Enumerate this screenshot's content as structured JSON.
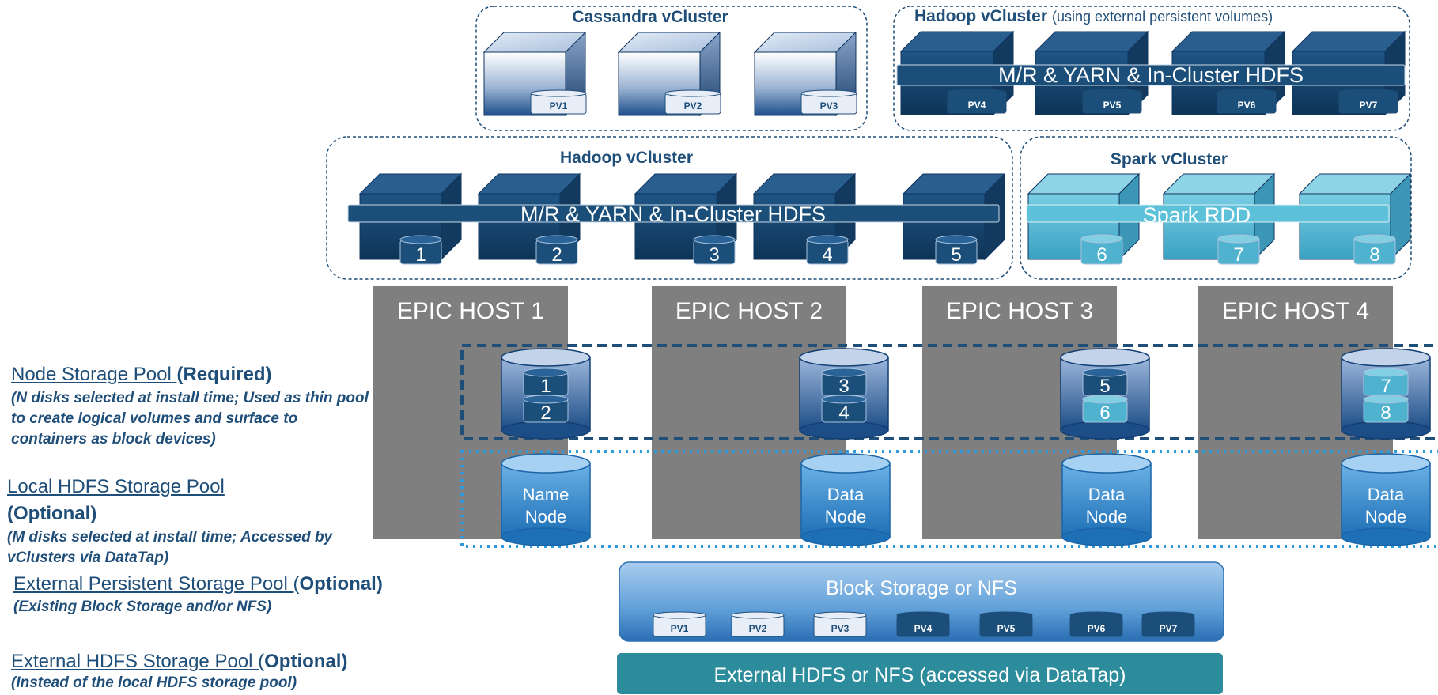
{
  "vclusters": [
    {
      "title": "Cassandra vCluster",
      "subtitle": "",
      "volumes": [
        "PV1",
        "PV2",
        "PV3"
      ]
    },
    {
      "title": "Hadoop vCluster",
      "subtitle": "(using external persistent volumes)",
      "band": "M/R & YARN & In-Cluster HDFS",
      "volumes": [
        "PV4",
        "PV5",
        "PV6",
        "PV7"
      ]
    },
    {
      "title": "Hadoop vCluster",
      "band": "M/R & YARN & In-Cluster HDFS",
      "disks": [
        "1",
        "2",
        "3",
        "4",
        "5"
      ]
    },
    {
      "title": "Spark vCluster",
      "band": "Spark RDD",
      "disks": [
        "6",
        "7",
        "8"
      ]
    }
  ],
  "hosts": [
    {
      "label": "EPIC HOST 1",
      "pool_disks": [
        "1",
        "2"
      ],
      "hdfs_node": [
        "Name",
        "Node"
      ]
    },
    {
      "label": "EPIC HOST 2",
      "pool_disks": [
        "3",
        "4"
      ],
      "hdfs_node": [
        "Data",
        "Node"
      ]
    },
    {
      "label": "EPIC HOST 3",
      "pool_disks": [
        "5",
        "6"
      ],
      "hdfs_node": [
        "Data",
        "Node"
      ]
    },
    {
      "label": "EPIC HOST 4",
      "pool_disks": [
        "7",
        "8"
      ],
      "hdfs_node": [
        "Data",
        "Node"
      ]
    }
  ],
  "pools": {
    "node_storage": {
      "title": "Node Storage Pool",
      "tag": "(Required)",
      "note": "(N disks selected at install time; Used as thin pool to create logical volumes and surface to containers as block devices)"
    },
    "local_hdfs": {
      "title": "Local HDFS Storage Pool",
      "tag": "(Optional)",
      "note": "(M disks selected at install time; Accessed by vClusters via DataTap)"
    },
    "external_persistent": {
      "title": "External Persistent Storage Pool (",
      "tag": "Optional)",
      "note": "(Existing Block Storage and/or NFS)"
    },
    "external_hdfs": {
      "title": "External HDFS Storage Pool (",
      "tag": "Optional)",
      "note": "(Instead of the local HDFS storage pool)"
    }
  },
  "block_storage": {
    "label": "Block Storage or NFS",
    "volumes": [
      "PV1",
      "PV2",
      "PV3",
      "PV4",
      "PV5",
      "PV6",
      "PV7"
    ]
  },
  "external_hdfs_bar": {
    "label": "External HDFS or NFS (accessed via DataTap)"
  },
  "colors": {
    "text_navy": "#1f4e79",
    "host_gray": "#7f7f7f",
    "node_pool_border": "#1f4e79",
    "hdfs_pool_border": "#2e9be0",
    "cube_light": "#2e5f9e",
    "cube_dark": "#14405f",
    "cube_spark": "#4fb3cf",
    "block_storage": "#3f86c8",
    "external_hdfs": "#2d8c9c"
  }
}
